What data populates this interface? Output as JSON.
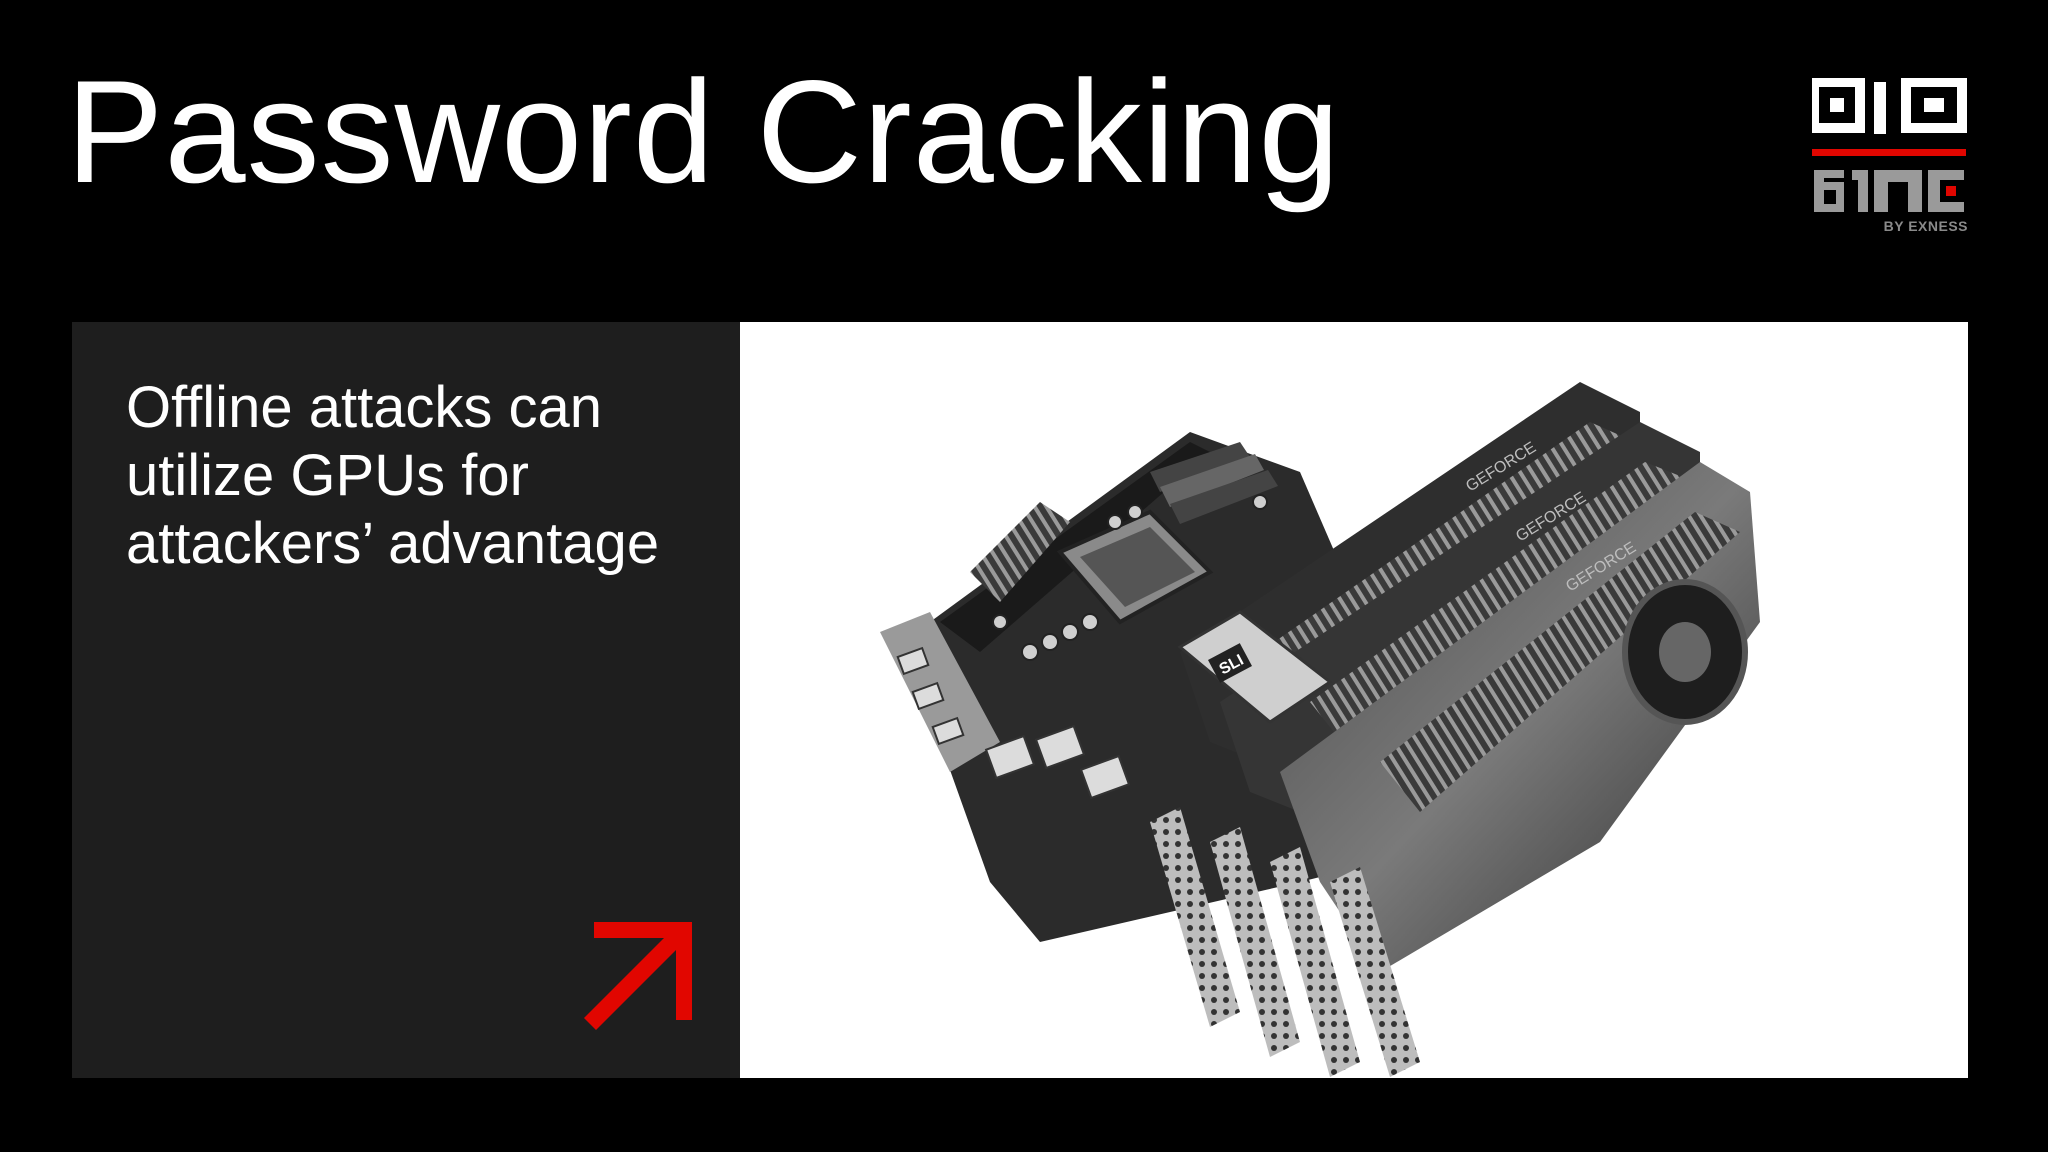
{
  "slide": {
    "title": "Password Cracking",
    "body_text": "Offline attacks can utilize GPUs for attackers’ advantage"
  },
  "logo": {
    "tagline": "BY EXNESS",
    "accent_color": "#e10600"
  },
  "image": {
    "card_labels": [
      "GEFORCE",
      "GEFORCE",
      "GEFORCE"
    ],
    "bridge_label": "SLI"
  },
  "colors": {
    "background": "#000000",
    "panel": "#1e1e1e",
    "accent": "#e10600",
    "text": "#ffffff"
  },
  "icons": {
    "arrow": "arrow-up-right-icon"
  }
}
